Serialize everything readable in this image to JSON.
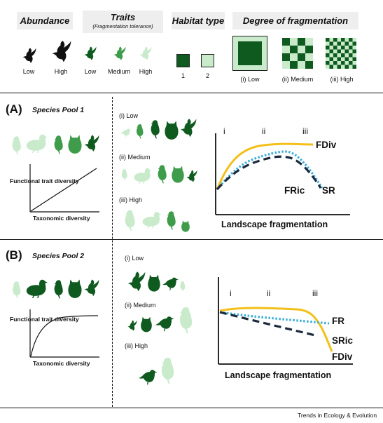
{
  "legend": {
    "abundance": {
      "title": "Abundance",
      "low": "Low",
      "high": "High"
    },
    "traits": {
      "title": "Traits",
      "subtitle": "(Fragmentation tolerance)",
      "low": "Low",
      "medium": "Medium",
      "high": "High"
    },
    "habitat": {
      "title": "Habitat type",
      "type1": "1",
      "type2": "2"
    },
    "fragmentation": {
      "title": "Degree of fragmentation",
      "low": "(i) Low",
      "medium": "(ii) Medium",
      "high": "(iii) High"
    }
  },
  "colors": {
    "dark_green": "#0e5a1f",
    "medium_green": "#3e9c4a",
    "light_green": "#c9ebcc",
    "pale_green": "#ddf3de",
    "fdiv_yellow": "#f2c019",
    "dotted_blue": "#3aaed8",
    "dashed_navy": "#1b2a3d"
  },
  "panel_a": {
    "letter": "(A)",
    "pool_title": "Species Pool 1",
    "mini_chart": {
      "ylabel": "Functional trait diversity",
      "xlabel": "Taxonomic diversity",
      "shape": "linear"
    },
    "levels": {
      "low": "(i) Low",
      "medium": "(ii) Medium",
      "high": "(iii) High"
    },
    "chart": {
      "xlabel": "Landscape fragmentation",
      "roman": [
        "i",
        "ii",
        "iii"
      ],
      "labels": {
        "fdiv": "FDiv",
        "fric": "FRic",
        "sr": "SR"
      }
    }
  },
  "panel_b": {
    "letter": "(B)",
    "pool_title": "Species Pool 2",
    "mini_chart": {
      "ylabel": "Functional trait diversity",
      "xlabel": "Taxonomic diversity",
      "shape": "saturating"
    },
    "levels": {
      "low": "(i) Low",
      "medium": "(ii) Medium",
      "high": "(iii) High"
    },
    "chart": {
      "xlabel": "Landscape fragmentation",
      "roman": [
        "i",
        "ii",
        "iii"
      ],
      "labels": {
        "fr": "FR",
        "sric": "SRic",
        "fdiv": "FDiv"
      }
    }
  },
  "credit": "Trends in Ecology & Evolution"
}
